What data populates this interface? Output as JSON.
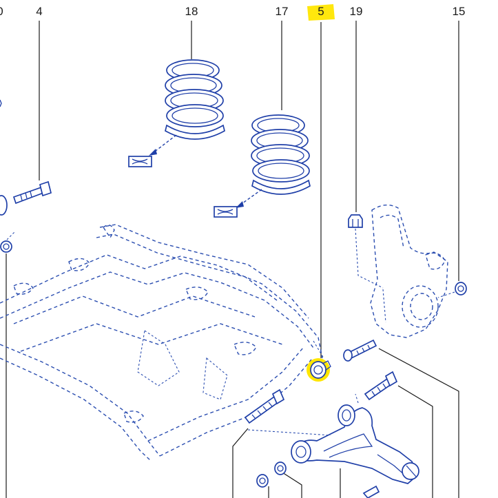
{
  "diagram": {
    "callouts": [
      {
        "id": "0",
        "text": "0"
      },
      {
        "id": "4",
        "text": "4"
      },
      {
        "id": "18",
        "text": "18"
      },
      {
        "id": "17",
        "text": "17"
      },
      {
        "id": "5",
        "text": "5"
      },
      {
        "id": "19",
        "text": "19"
      },
      {
        "id": "15",
        "text": "15"
      }
    ],
    "highlighted_callout": "5",
    "colors": {
      "parts": "#1f3fa8",
      "highlight": "#ffe600",
      "leader": "#1a1a1a"
    }
  }
}
